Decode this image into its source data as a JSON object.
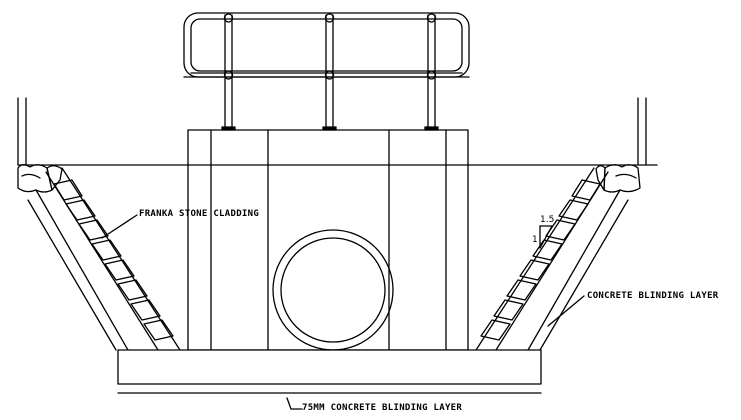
{
  "labels": {
    "cladding": "FRANKA STONE CLADDING",
    "blinding_side": "CONCRETE BLINDING LAYER",
    "blinding_base": "75MM CONCRETE BLINDING LAYER"
  },
  "slope": {
    "horizontal": "1.5",
    "vertical": "1"
  }
}
